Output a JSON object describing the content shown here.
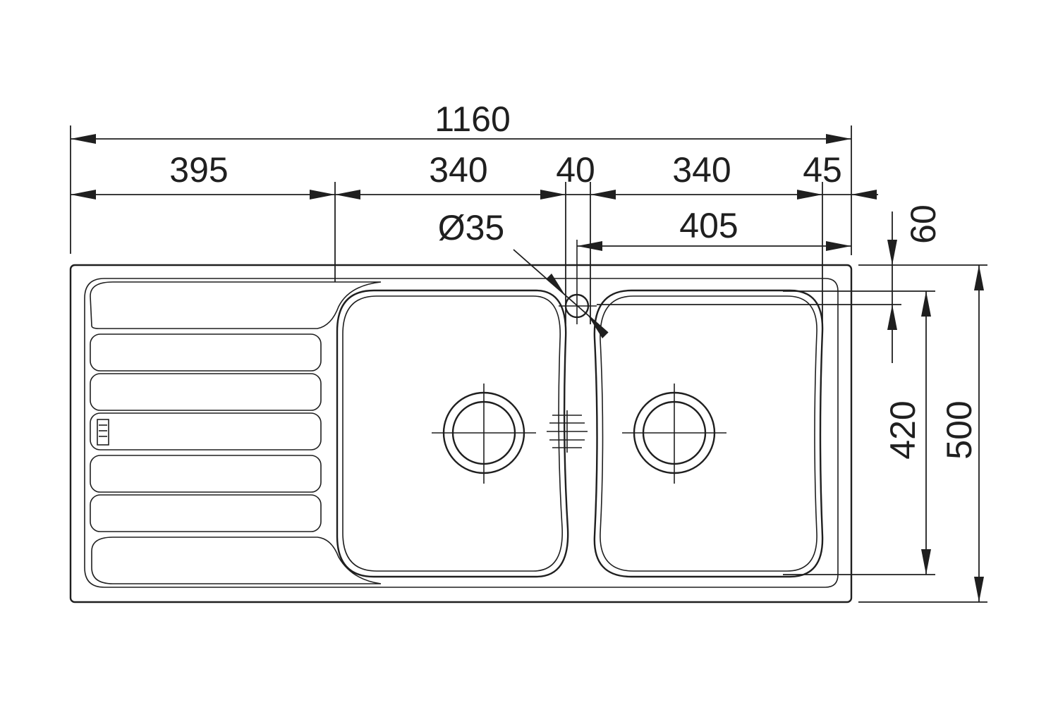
{
  "drawing": {
    "subject": "double-bowl sink with drainer, top view",
    "dimensions": {
      "overall_width": "1160",
      "drainer_width": "395",
      "bowl_left_width": "340",
      "bowl_gap": "40",
      "bowl_right_width": "340",
      "right_edge": "45",
      "tap_hole_diameter": "Ø35",
      "tap_to_edge": "405",
      "top_edge_depth": "60",
      "bowl_depth": "420",
      "overall_depth": "500"
    },
    "line_color": "#1f1f1f"
  }
}
